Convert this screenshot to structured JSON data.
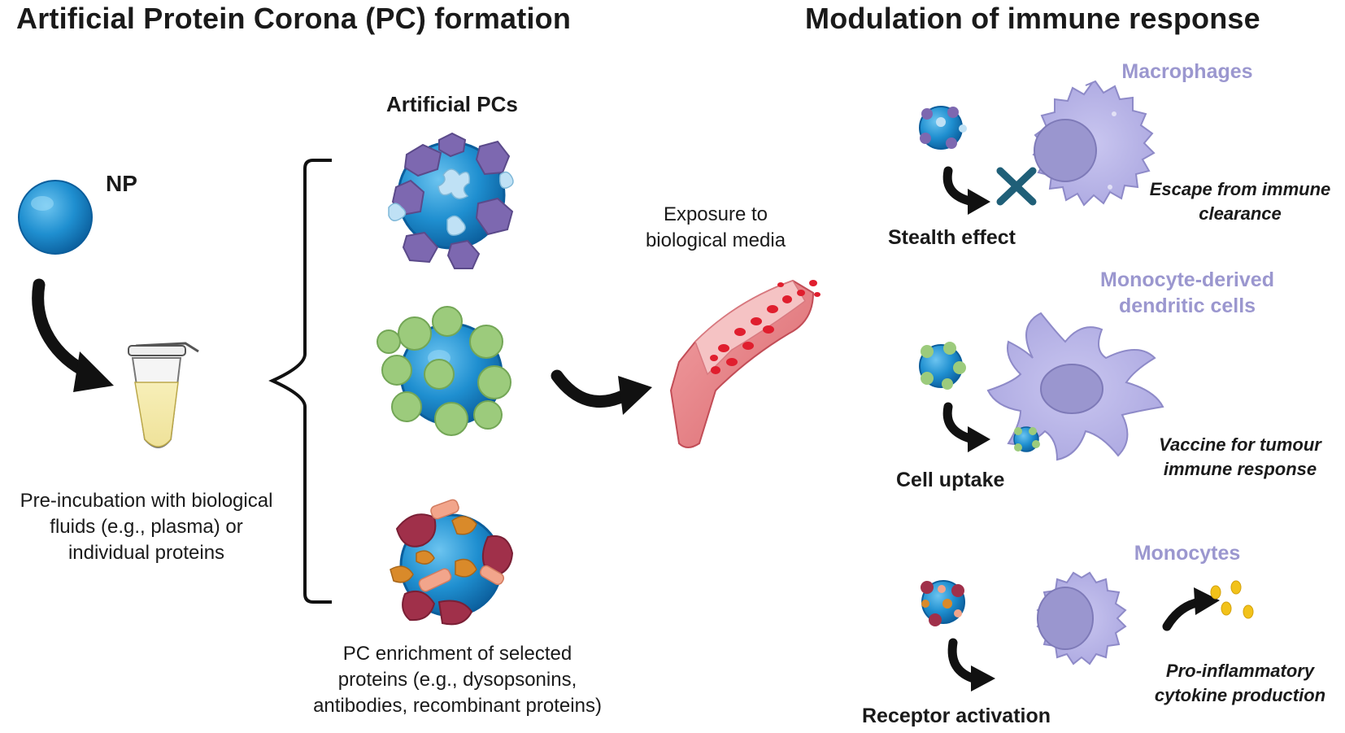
{
  "left_title": "Artificial Protein Corona (PC) formation",
  "right_title": "Modulation of immune response",
  "np_label": "NP",
  "preincubation_text": [
    "Pre-incubation with biological",
    "fluids (e.g., plasma) or",
    "individual proteins"
  ],
  "artificial_pcs_label": "Artificial PCs",
  "enrichment_text": [
    "PC enrichment of selected",
    "proteins (e.g., dysopsonins,",
    "antibodies, recombinant proteins)"
  ],
  "exposure_text": [
    "Exposure to",
    "biological media"
  ],
  "pathways": [
    {
      "cell_name": [
        "Macrophages"
      ],
      "action": "Stealth effect",
      "outcome": [
        "Escape from immune",
        "clearance"
      ]
    },
    {
      "cell_name": [
        "Monocyte-derived",
        "dendritic cells"
      ],
      "action": "Cell uptake",
      "outcome": [
        "Vaccine for tumour",
        "immune response"
      ]
    },
    {
      "cell_name": [
        "Monocytes"
      ],
      "action": "Receptor activation",
      "outcome": [
        "Pro-inflammatory",
        "cytokine production"
      ]
    }
  ],
  "colors": {
    "np_blue": "#1f8fd0",
    "cell_lavender": "#b9b6e8",
    "cell_nucleus": "#9a96cf",
    "cell_name_text": "#9b97cf",
    "purple_protein": "#7d68b0",
    "green_protein": "#9ccb7c",
    "maroon_protein": "#a0304a",
    "orange_protein": "#d98a2a",
    "blood_red": "#e01e2e",
    "vessel_pink": "#e98a8f",
    "cross_teal": "#1f5f78",
    "cytokine_yellow": "#f2c21a"
  }
}
